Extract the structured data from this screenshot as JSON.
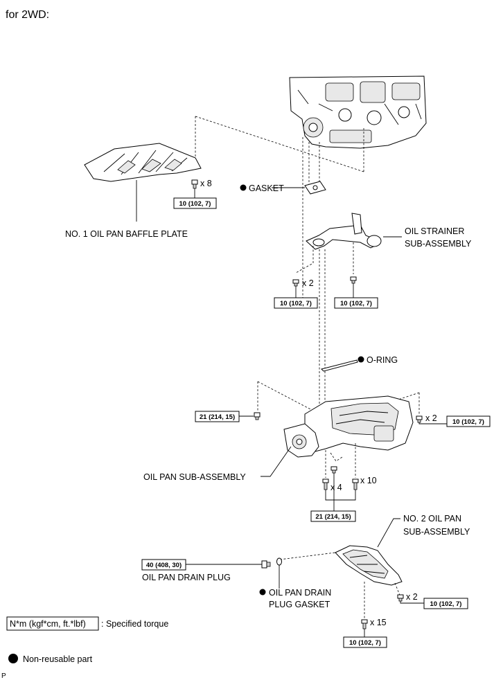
{
  "header": {
    "title": "for 2WD:"
  },
  "labels": {
    "gasket": "GASKET",
    "oil_strainer_1": "OIL STRAINER",
    "oil_strainer_2": "SUB-ASSEMBLY",
    "baffle_plate": "NO. 1 OIL PAN BAFFLE PLATE",
    "o_ring": "O-RING",
    "oil_pan": "OIL PAN SUB-ASSEMBLY",
    "no2_oil_pan_1": "NO. 2 OIL PAN",
    "no2_oil_pan_2": "SUB-ASSEMBLY",
    "drain_plug": "OIL PAN DRAIN PLUG",
    "drain_gasket_1": "OIL PAN DRAIN",
    "drain_gasket_2": "PLUG GASKET"
  },
  "quantities": {
    "baffle_bolts": "x 8",
    "strainer_bolts": "x 2",
    "oilpan_right_bolts": "x 2",
    "oilpan_bottom_left": "x 4",
    "oilpan_bottom_right": "x 10",
    "no2_right_bolts": "x 2",
    "no2_bottom_bolts": "x 15"
  },
  "torques": {
    "baffle": "10 (102, 7)",
    "strainer_left": "10 (102, 7)",
    "strainer_right": "10 (102, 7)",
    "oilpan_left": "21 (214, 15)",
    "oilpan_right": "10 (102, 7)",
    "oilpan_bottom": "21 (214, 15)",
    "drain_plug": "40 (408, 30)",
    "no2_right": "10 (102, 7)",
    "no2_bottom": "10 (102, 7)"
  },
  "legend": {
    "torque_box": "N*m (kgf*cm, ft.*lbf)",
    "torque_desc": ": Specified torque",
    "non_reusable": "Non-reusable part"
  },
  "footer": {
    "code": "P"
  }
}
